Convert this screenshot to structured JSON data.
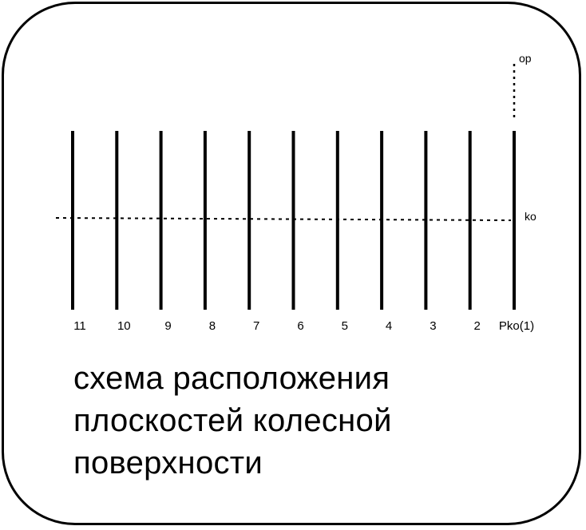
{
  "diagram": {
    "planes": [
      "11",
      "10",
      "9",
      "8",
      "7",
      "6",
      "5",
      "4",
      "3",
      "2",
      "Pko(1)"
    ],
    "horizontal_line_label": "ko",
    "dotted_extension_label": "op",
    "line_color": "#000000"
  },
  "caption": {
    "lines": [
      "схема расположения",
      "плоскостей колесной",
      "поверхности"
    ]
  }
}
